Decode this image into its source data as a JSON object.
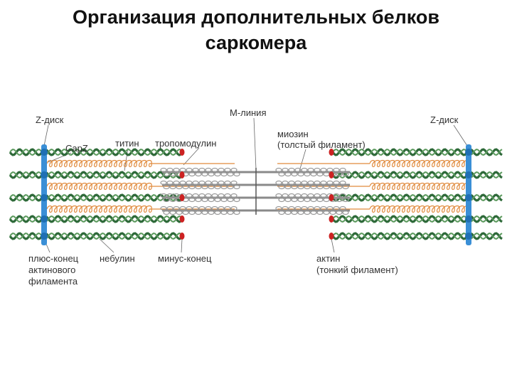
{
  "title": {
    "line1": "Организация дополнительных белков",
    "line2": "саркомера"
  },
  "labels": {
    "z_disk_left": "Z-диск",
    "z_disk_right": "Z-диск",
    "capz": "CapZ",
    "titin": "титин",
    "tropomodulin": "тропомодулин",
    "m_line": "М-линия",
    "myosin_1": "миозин",
    "myosin_2": "(толстый филамент)",
    "plus_end_1": "плюс-конец",
    "plus_end_2": "актинового",
    "plus_end_3": "филамента",
    "nebulin": "небулин",
    "minus_end": "минус-конец",
    "actin_1": "актин",
    "actin_2": "(тонкий филамент)"
  },
  "colors": {
    "actin": "#2f6a3a",
    "actin_light": "#5c9a5e",
    "titin": "#e08a3c",
    "z_disk": "#3a8fd6",
    "myosin": "#8a8a8a",
    "cap": "#cc2222",
    "leader": "#666666"
  }
}
